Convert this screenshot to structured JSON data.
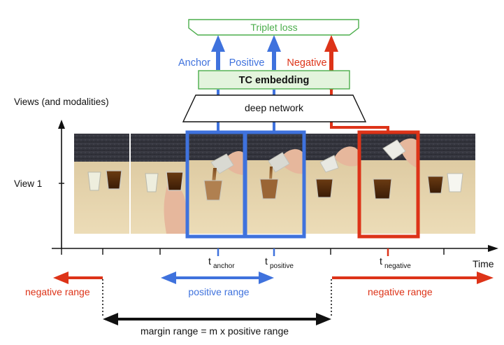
{
  "labels": {
    "triplet_loss": "Triplet loss",
    "anchor": "Anchor",
    "positive": "Positive",
    "negative": "Negative",
    "tc_embedding": "TC embedding",
    "deep_network": "deep network",
    "views_axis": "Views (and modalities)",
    "view1": "View 1",
    "time": "Time",
    "t": "t",
    "t_anchor_sub": "anchor",
    "t_positive_sub": "positive",
    "t_negative_sub": "negative",
    "negative_range_left": "negative range",
    "positive_range": "positive range",
    "negative_range_right": "negative range",
    "margin_range": "margin range = m x positive range"
  },
  "colors": {
    "blue": "#3f72dd",
    "red": "#dd3318",
    "green": "#4cae4c",
    "green_fill": "#e3f4dd",
    "black": "#111111"
  },
  "frames": [
    {
      "name": "frame-1",
      "scene": "two-cups-side-by-side"
    },
    {
      "name": "frame-2",
      "scene": "hand-holding-cup"
    },
    {
      "name": "frame-3",
      "scene": "pouring-anchor"
    },
    {
      "name": "frame-4",
      "scene": "pouring-positive"
    },
    {
      "name": "frame-5",
      "scene": "cup-tipped-empty"
    },
    {
      "name": "frame-6",
      "scene": "cup-lifted-negative"
    },
    {
      "name": "frame-7",
      "scene": "two-cups-final"
    }
  ]
}
